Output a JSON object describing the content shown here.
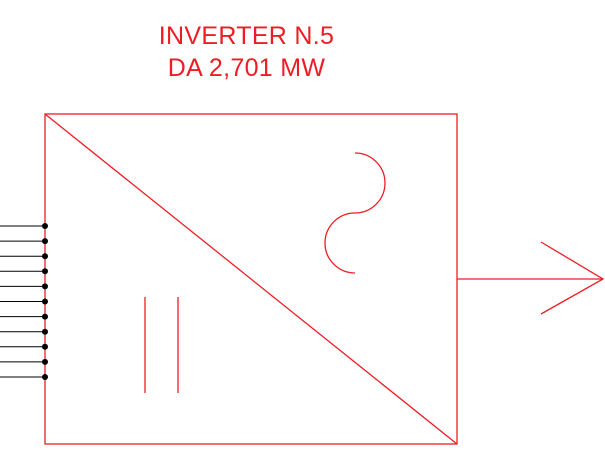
{
  "title": {
    "line1": "INVERTER N.5",
    "line2": "DA 2,701 MW"
  },
  "colors": {
    "symbol": "#ee1c25",
    "input_wires": "#000000"
  },
  "symbol": {
    "type": "inverter",
    "ac_side_icon": "sine-wave-icon",
    "dc_side_icon": "dc-bars-icon",
    "output": "output-arrow-icon"
  },
  "inputs": {
    "count": 11,
    "terminal_icon": "terminal-dot-icon"
  }
}
